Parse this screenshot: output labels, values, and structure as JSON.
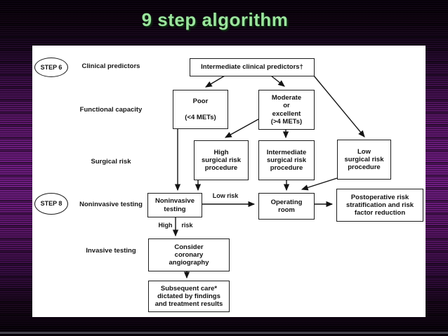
{
  "title": "9 step algorithm",
  "colors": {
    "title_text": "#9ce49e",
    "background_purple": "#6d1a80",
    "panel_background": "#ffffff",
    "diagram_ink": "#1d1d1d"
  },
  "flowchart": {
    "step_badges": [
      {
        "label": "STEP 6"
      },
      {
        "label": "STEP 8"
      }
    ],
    "row_labels": {
      "clinical": "Clinical predictors",
      "functional": "Functional capacity",
      "surgical": "Surgical risk",
      "noninvasive": "Noninvasive testing",
      "invasive": "Invasive testing"
    },
    "nodes": {
      "intermediate_predictors": "Intermediate clinical predictors†",
      "poor": "Poor\n\n(<4 METs)",
      "moderate": "Moderate\nor\nexcellent\n(>4 METs)",
      "high_surgical": "High\nsurgical risk\nprocedure",
      "intermediate_surgical": "Intermediate\nsurgical risk\nprocedure",
      "low_surgical": "Low\nsurgical risk\nprocedure",
      "noninvasive_testing": "Noninvasive\ntesting",
      "operating_room": "Operating\nroom",
      "postoperative": "Postoperative risk\nstratification and risk\nfactor reduction",
      "consider_angiography": "Consider\ncoronary\nangiography",
      "subsequent_care": "Subsequent care*\ndictated by findings\nand treatment results"
    },
    "edge_labels": {
      "low_risk": "Low risk",
      "high_risk": {
        "left": "High",
        "right": "risk"
      }
    }
  }
}
